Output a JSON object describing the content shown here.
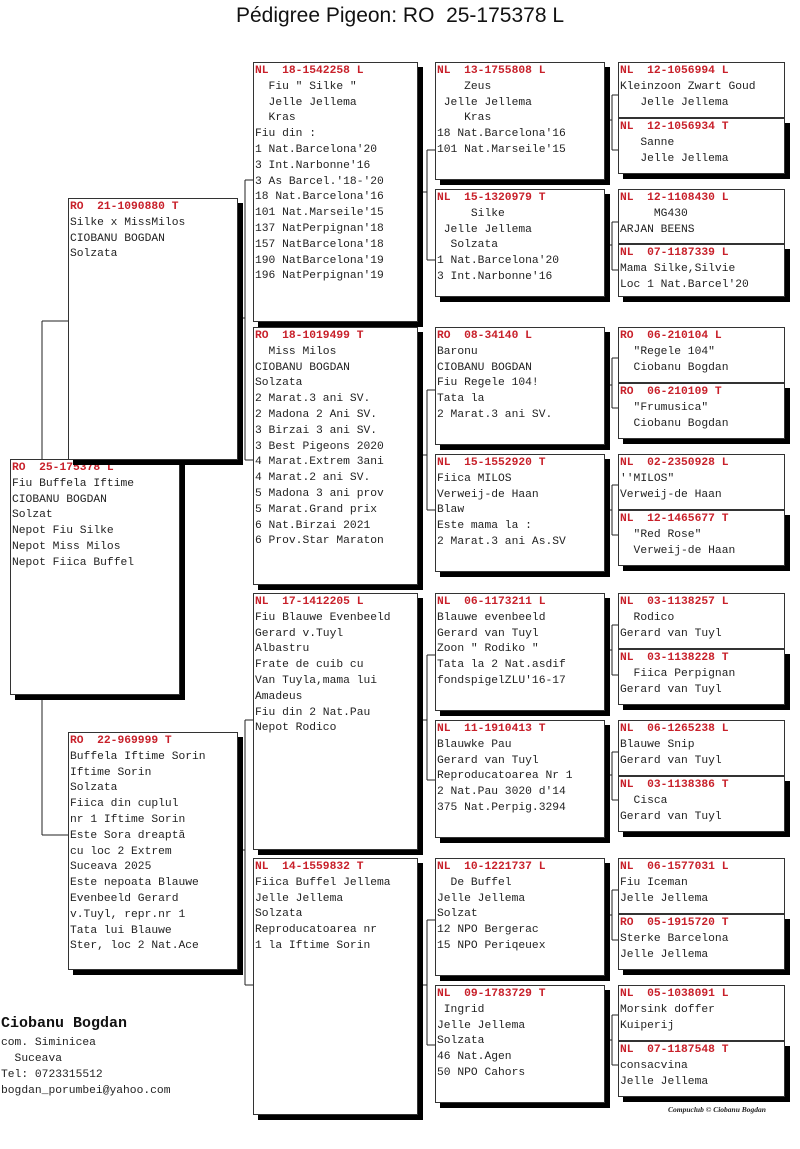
{
  "title": "Pédigree Pigeon: RO  25-175378 L",
  "birds": [
    {
      "ring": "RO  25-175378 L",
      "lines": [
        "Fiu Buffela Iftime",
        "CIOBANU BOGDAN",
        "Solzat",
        "Nepot Fiu Silke",
        "Nepot Miss Milos",
        "Nepot Fiica Buffel"
      ]
    },
    {
      "ring": "RO  21-1090880 T",
      "lines": [
        "Silke x MissMilos",
        "CIOBANU BOGDAN",
        "Solzata"
      ]
    },
    {
      "ring": "RO  22-969999 T",
      "lines": [
        "Buffela Iftime Sorin",
        "Iftime Sorin",
        "Solzata",
        "Fiica din cuplul",
        "nr 1 Iftime Sorin",
        "Este Sora dreaptă",
        "cu loc 2 Extrem",
        "Suceava 2025",
        "Este nepoata Blauwe",
        "Evenbeeld Gerard",
        "v.Tuyl, repr.nr 1",
        "Tata lui Blauwe",
        "Ster, loc 2 Nat.Ace"
      ]
    },
    {
      "ring": "NL  18-1542258 L",
      "lines": [
        "  Fiu \" Silke \"",
        "  Jelle Jellema",
        "  Kras",
        "Fiu din :",
        "1 Nat.Barcelona'20",
        "3 Int.Narbonne'16",
        "3 As Barcel.'18-'20",
        "18 Nat.Barcelona'16",
        "101 Nat.Marseile'15",
        "137 NatPerpignan'18",
        "157 NatBarcelona'18",
        "190 NatBarcelona'19",
        "196 NatPerpignan'19"
      ]
    },
    {
      "ring": "RO  18-1019499 T",
      "lines": [
        "  Miss Milos",
        "CIOBANU BOGDAN",
        "Solzata",
        "2 Marat.3 ani SV.",
        "2 Madona 2 Ani SV.",
        "3 Birzai 3 ani SV.",
        "3 Best Pigeons 2020",
        "4 Marat.Extrem 3ani",
        "4 Marat.2 ani SV.",
        "5 Madona 3 ani prov",
        "5 Marat.Grand prix",
        "6 Nat.Birzai 2021",
        "6 Prov.Star Maraton"
      ]
    },
    {
      "ring": "NL  17-1412205 L",
      "lines": [
        "Fiu Blauwe Evenbeeld",
        "Gerard v.Tuyl",
        "Albastru",
        "Frate de cuib cu",
        "Van Tuyla,mama lui",
        "Amadeus",
        "Fiu din 2 Nat.Pau",
        "Nepot Rodico"
      ]
    },
    {
      "ring": "NL  14-1559832 T",
      "lines": [
        "Fiica Buffel Jellema",
        "Jelle Jellema",
        "Solzata",
        "Reproducatoarea nr",
        "1 la Iftime Sorin"
      ]
    },
    {
      "ring": "NL  13-1755808 L",
      "lines": [
        "    Zeus",
        " Jelle Jellema",
        "    Kras",
        "18 Nat.Barcelona'16",
        "101 Nat.Marseile'15"
      ]
    },
    {
      "ring": "NL  15-1320979 T",
      "lines": [
        "     Silke",
        " Jelle Jellema",
        "  Solzata",
        "1 Nat.Barcelona'20",
        "3 Int.Narbonne'16"
      ]
    },
    {
      "ring": "RO  08-34140 L",
      "lines": [
        "Baronu",
        "CIOBANU BOGDAN",
        "Fiu Regele 104!",
        "Tata la",
        "2 Marat.3 ani SV."
      ]
    },
    {
      "ring": "NL  15-1552920 T",
      "lines": [
        "Fiica MILOS",
        "Verweij-de Haan",
        "Blaw",
        "Este mama la :",
        "2 Marat.3 ani As.SV"
      ]
    },
    {
      "ring": "NL  06-1173211 L",
      "lines": [
        "Blauwe evenbeeld",
        "Gerard van Tuyl",
        "Zoon \" Rodiko \"",
        "Tata la 2 Nat.asdif",
        "fondspigelZLU'16-17"
      ]
    },
    {
      "ring": "NL  11-1910413 T",
      "lines": [
        "Blauwke Pau",
        "Gerard van Tuyl",
        "Reproducatoarea Nr 1",
        "2 Nat.Pau 3020 d'14",
        "375 Nat.Perpig.3294"
      ]
    },
    {
      "ring": "NL  10-1221737 L",
      "lines": [
        "  De Buffel",
        "Jelle Jellema",
        "Solzat",
        "12 NPO Bergerac",
        "15 NPO Periqeuex"
      ]
    },
    {
      "ring": "NL  09-1783729 T",
      "lines": [
        " Ingrid",
        "Jelle Jellema",
        "Solzata",
        "46 Nat.Agen",
        "50 NPO Cahors"
      ]
    },
    {
      "ring": "NL  12-1056994 L",
      "lines": [
        "Kleinzoon Zwart Goud",
        "   Jelle Jellema"
      ]
    },
    {
      "ring": "NL  12-1056934 T",
      "lines": [
        "   Sanne",
        "   Jelle Jellema"
      ]
    },
    {
      "ring": "NL  12-1108430 L",
      "lines": [
        "     MG430",
        "ARJAN BEENS"
      ]
    },
    {
      "ring": "NL  07-1187339 L",
      "lines": [
        "Mama Silke,Silvie",
        "Loc 1 Nat.Barcel'20"
      ]
    },
    {
      "ring": "RO  06-210104 L",
      "lines": [
        "  \"Regele 104\"",
        "  Ciobanu Bogdan"
      ]
    },
    {
      "ring": "RO  06-210109 T",
      "lines": [
        "  \"Frumusica\"",
        "  Ciobanu Bogdan"
      ]
    },
    {
      "ring": "NL  02-2350928 L",
      "lines": [
        "''MILOS\"",
        "Verweij-de Haan"
      ]
    },
    {
      "ring": "NL  12-1465677 T",
      "lines": [
        "  \"Red Rose\"",
        "  Verweij-de Haan"
      ]
    },
    {
      "ring": "NL  03-1138257 L",
      "lines": [
        "  Rodico",
        "Gerard van Tuyl"
      ]
    },
    {
      "ring": "NL  03-1138228 T",
      "lines": [
        "  Fiica Perpignan",
        "Gerard van Tuyl"
      ]
    },
    {
      "ring": "NL  06-1265238 L",
      "lines": [
        "Blauwe Snip",
        "Gerard van Tuyl"
      ]
    },
    {
      "ring": "NL  03-1138386 T",
      "lines": [
        "  Cisca",
        "Gerard van Tuyl"
      ]
    },
    {
      "ring": "NL  06-1577031 L",
      "lines": [
        "Fiu Iceman",
        "Jelle Jellema"
      ]
    },
    {
      "ring": "RO  05-1915720 T",
      "lines": [
        "Sterke Barcelona",
        "Jelle Jellema"
      ]
    },
    {
      "ring": "NL  05-1038091 L",
      "lines": [
        "Morsink doffer",
        "Kuiperij"
      ]
    },
    {
      "ring": "NL  07-1187548 T",
      "lines": [
        "consacvina",
        "Jelle Jellema"
      ]
    }
  ],
  "owner": {
    "name": "Ciobanu Bogdan",
    "address1": "com. Siminicea",
    "address2": "  Suceava",
    "phone": "Tel: 0723315512",
    "email": "bogdan_porumbei@yahoo.com"
  },
  "credit": "Compuclub © Ciobanu Bogdan"
}
